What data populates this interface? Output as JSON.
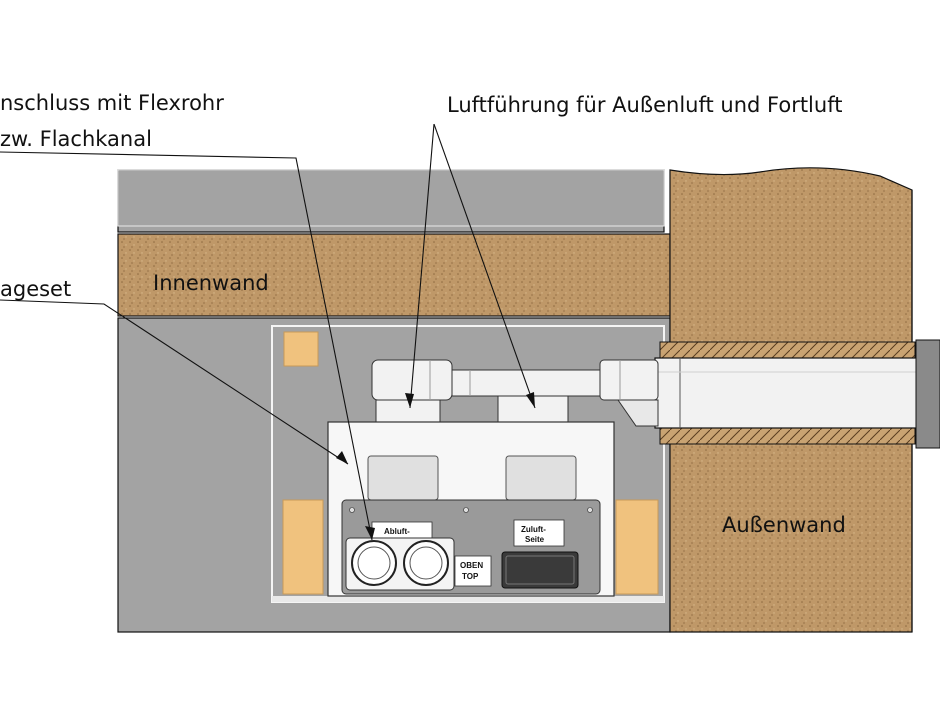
{
  "labels": {
    "anschluss_line1": "nschluss mit Flexrohr",
    "anschluss_line2": "zw. Flachkanal",
    "luftfuehrung": "Luftführung für Außenluft und Fortluft",
    "montageset": "ageset",
    "innenwand": "Innenwand",
    "aussenwand": "Außenwand"
  },
  "unit_labels": {
    "abluft": "Abluft-",
    "zuluft_1": "Zuluft-",
    "zuluft_2": "Seite",
    "oben_1": "OBEN",
    "oben_2": "TOP"
  },
  "colors": {
    "grey_fill": "#a3a3a3",
    "earth_fill": "#bf9868",
    "insulation_fill": "#f0c27e",
    "duct_fill": "#f2f2f2",
    "unit_fill": "#f7f7f7",
    "panel_fill": "#9a9a9a",
    "line": "#111111"
  }
}
